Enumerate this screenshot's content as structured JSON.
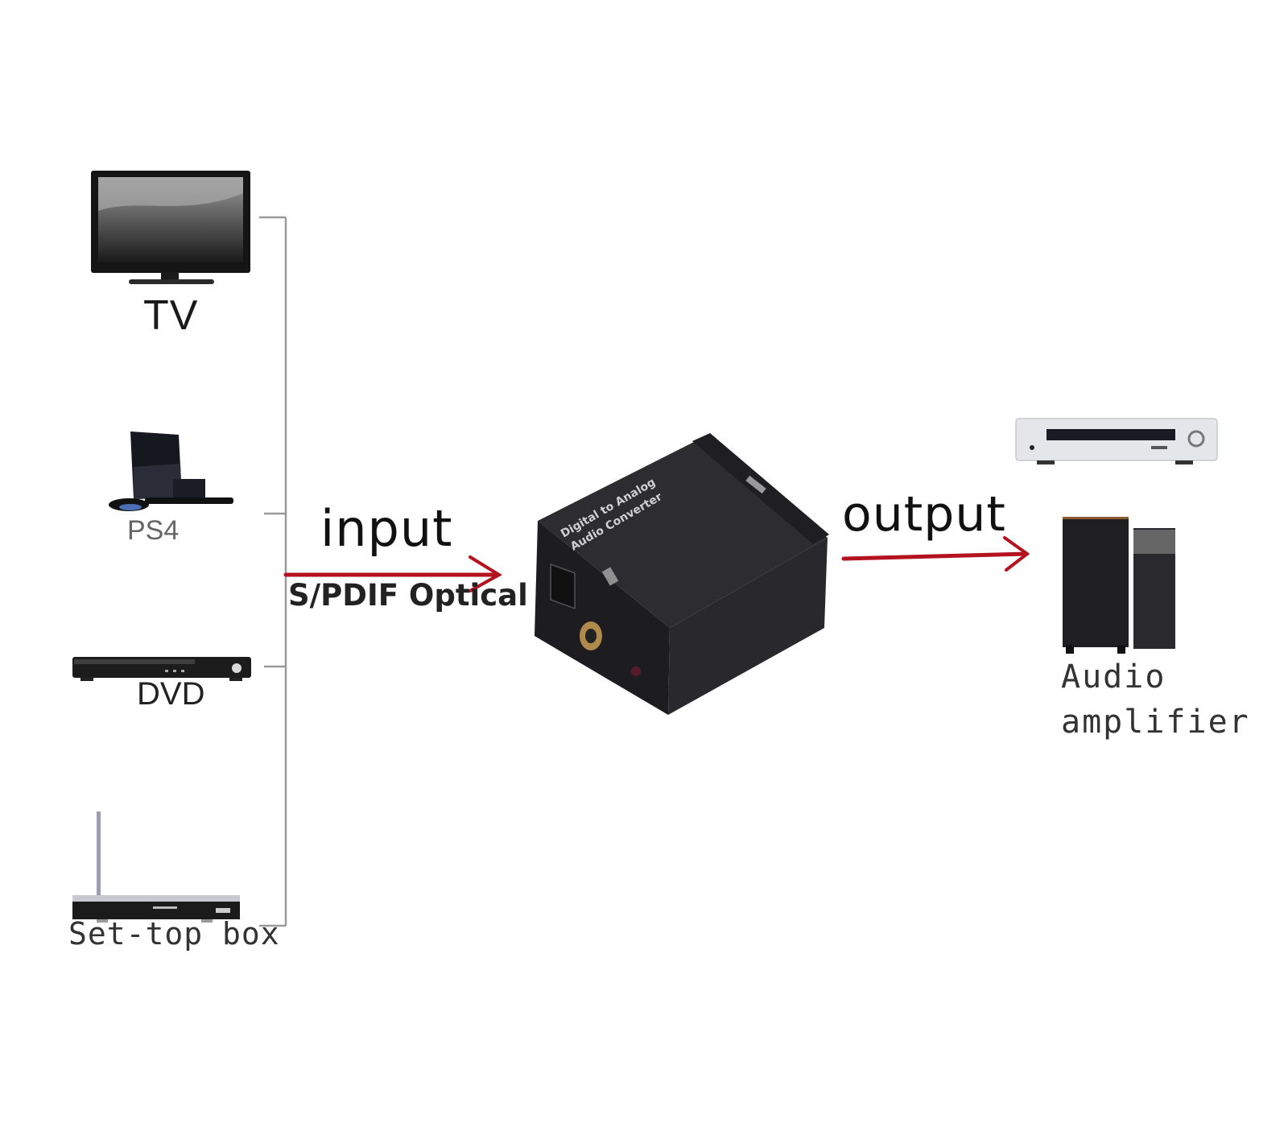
{
  "diagram": {
    "title": "Digital to Analog Audio Converter connection diagram",
    "sources": [
      {
        "id": "tv",
        "label": "TV",
        "icon": "tv-icon"
      },
      {
        "id": "ps4",
        "label": "PS4",
        "icon": "game-console-icon"
      },
      {
        "id": "dvd",
        "label": "DVD",
        "icon": "dvd-player-icon"
      },
      {
        "id": "stb",
        "label": "Set-top box",
        "icon": "set-top-box-icon"
      }
    ],
    "input": {
      "label": "input",
      "sublabel": "S/PDIF Optical"
    },
    "converter": {
      "name": "Digital to Analog Audio Converter",
      "printed_text_line1": "Digital to Analog",
      "printed_text_line2": "Audio Converter",
      "icon": "converter-box-icon"
    },
    "output": {
      "label": "output"
    },
    "destination": {
      "label_line1": "Audio",
      "label_line2": "amplifier",
      "icons": [
        "av-receiver-icon",
        "speaker-icon"
      ]
    },
    "colors": {
      "arrow": "#b3121e",
      "connector_line": "#9a9a9a",
      "device_dark": "#1e1e22",
      "background": "#ffffff"
    }
  }
}
